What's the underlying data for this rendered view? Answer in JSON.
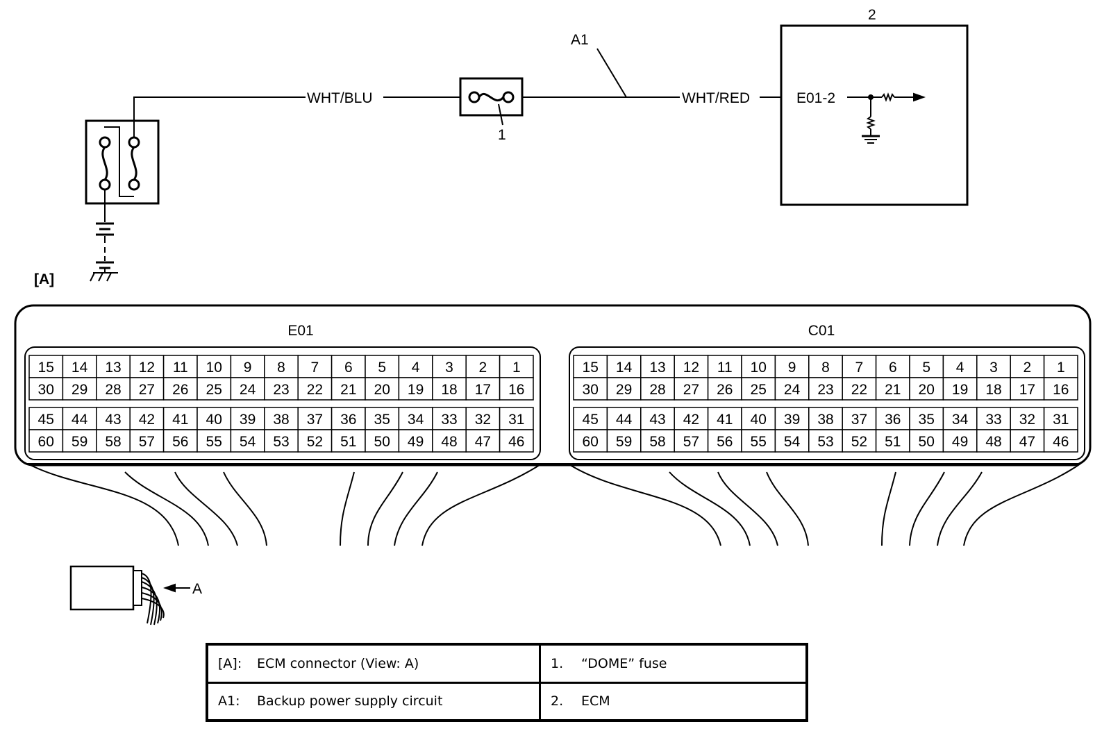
{
  "schematic": {
    "wire_left": "WHT/BLU",
    "wire_right": "WHT/RED",
    "circuit_callout": "A1",
    "fuse_callout": "1",
    "ecm_callout": "2",
    "ecm_terminal": "E01-2",
    "view_label": "[A]"
  },
  "connectors": [
    {
      "name": "E01",
      "rows": [
        [
          "15",
          "14",
          "13",
          "12",
          "11",
          "10",
          "9",
          "8",
          "7",
          "6",
          "5",
          "4",
          "3",
          "2",
          "1"
        ],
        [
          "30",
          "29",
          "28",
          "27",
          "26",
          "25",
          "24",
          "23",
          "22",
          "21",
          "20",
          "19",
          "18",
          "17",
          "16"
        ],
        [
          "45",
          "44",
          "43",
          "42",
          "41",
          "40",
          "39",
          "38",
          "37",
          "36",
          "35",
          "34",
          "33",
          "32",
          "31"
        ],
        [
          "60",
          "59",
          "58",
          "57",
          "56",
          "55",
          "54",
          "53",
          "52",
          "51",
          "50",
          "49",
          "48",
          "47",
          "46"
        ]
      ]
    },
    {
      "name": "C01",
      "rows": [
        [
          "15",
          "14",
          "13",
          "12",
          "11",
          "10",
          "9",
          "8",
          "7",
          "6",
          "5",
          "4",
          "3",
          "2",
          "1"
        ],
        [
          "30",
          "29",
          "28",
          "27",
          "26",
          "25",
          "24",
          "23",
          "22",
          "21",
          "20",
          "19",
          "18",
          "17",
          "16"
        ],
        [
          "45",
          "44",
          "43",
          "42",
          "41",
          "40",
          "39",
          "38",
          "37",
          "36",
          "35",
          "34",
          "33",
          "32",
          "31"
        ],
        [
          "60",
          "59",
          "58",
          "57",
          "56",
          "55",
          "54",
          "53",
          "52",
          "51",
          "50",
          "49",
          "48",
          "47",
          "46"
        ]
      ]
    }
  ],
  "view_arrow_label": "A",
  "legend": [
    [
      {
        "key": "[A]:",
        "text": "ECM connector (View: A)"
      },
      {
        "key": "1.",
        "text": "“DOME” fuse"
      }
    ],
    [
      {
        "key": "A1:",
        "text": "Backup power supply circuit"
      },
      {
        "key": "2.",
        "text": "ECM"
      }
    ]
  ]
}
